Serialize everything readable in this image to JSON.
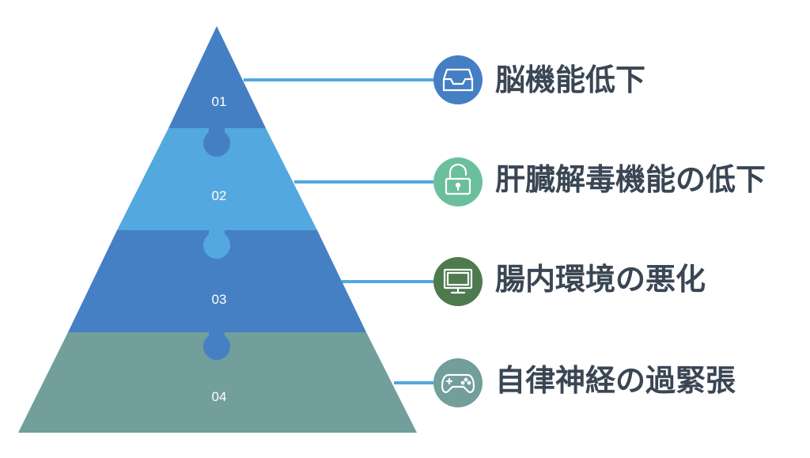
{
  "colors": {
    "tier1": "#447fc3",
    "tier2": "#53a8df",
    "tier3": "#4580c4",
    "tier4": "#729e9b",
    "connector": "#53a8df",
    "icon1": "#447fc3",
    "icon2": "#6cbf9c",
    "icon3": "#4e7a4e",
    "icon4": "#729e9b",
    "text": "#3a4654"
  },
  "tiers": [
    {
      "number": "01",
      "label": "脳機能低下",
      "icon": "inbox-tray-icon"
    },
    {
      "number": "02",
      "label": "肝臓解毒機能の低下",
      "icon": "unlocked-padlock-icon"
    },
    {
      "number": "03",
      "label": "腸内環境の悪化",
      "icon": "monitor-icon"
    },
    {
      "number": "04",
      "label": "自律神経の過緊張",
      "icon": "gamepad-icon"
    }
  ]
}
